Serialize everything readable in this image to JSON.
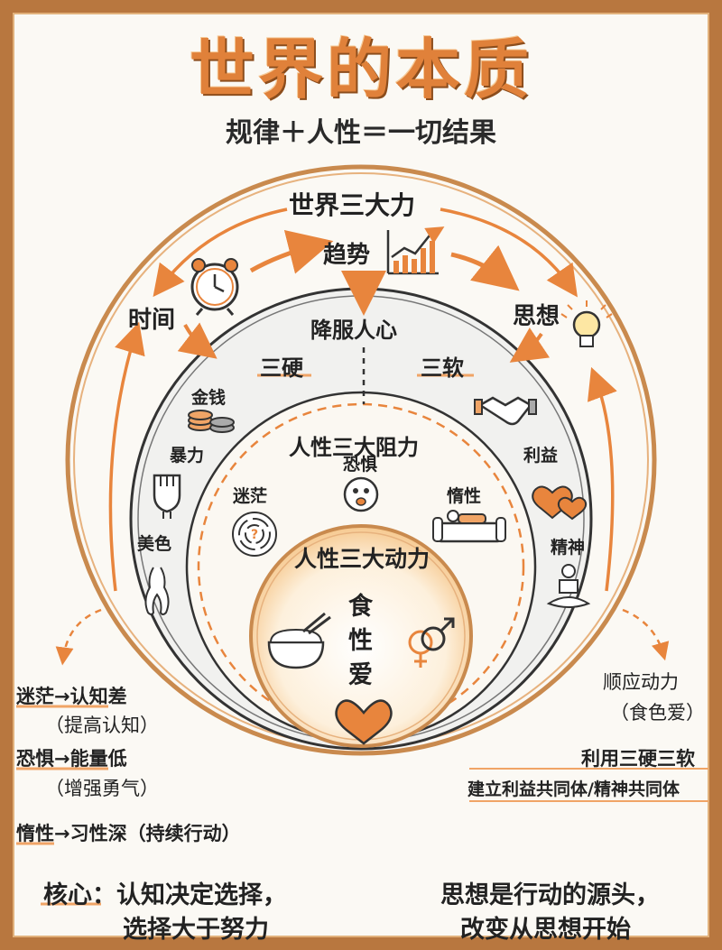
{
  "title": "世界的本质",
  "subtitle": "规律＋人性＝一切结果",
  "outer": {
    "title": "世界三大力",
    "trend": "趋势",
    "time": "时间",
    "thought": "思想",
    "subdue": "降服人心"
  },
  "ring2": {
    "hard_title": "三硬",
    "soft_title": "三软",
    "hard": [
      "金钱",
      "暴力",
      "美色"
    ],
    "soft": [
      "利益",
      "精神"
    ]
  },
  "ring3": {
    "title": "人性三大阻力",
    "items": [
      "迷茫",
      "恐惧",
      "惰性"
    ]
  },
  "core": {
    "title": "人性三大动力",
    "items": [
      "食",
      "性",
      "爱"
    ]
  },
  "left_notes": [
    {
      "main": "迷茫→认知差",
      "sub": "（提高认知）"
    },
    {
      "main": "恐惧→能量低",
      "sub": "（增强勇气）"
    },
    {
      "main": "惰性→习性深（持续行动）",
      "sub": ""
    }
  ],
  "right_notes": {
    "line1": "顺应动力",
    "line2": "（食色爱）",
    "line3": "利用三硬三软",
    "line4": "建立利益共同体/精神共同体"
  },
  "bottom_left": {
    "line1": "核心：认知决定选择，",
    "line2": "选择大于努力"
  },
  "bottom_right": {
    "line1": "思想是行动的源头，",
    "line2": "改变从思想开始"
  },
  "colors": {
    "accent": "#e8853d",
    "frame": "#b8773f",
    "ink": "#222222"
  }
}
